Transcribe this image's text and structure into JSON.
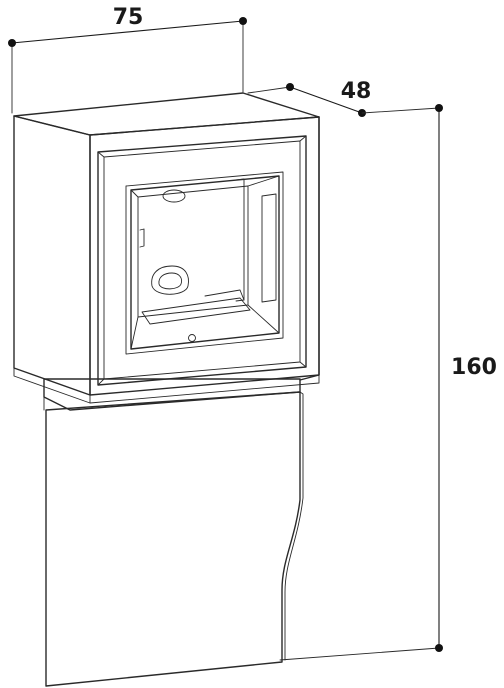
{
  "dimensions": {
    "width": "75",
    "depth": "48",
    "height": "160"
  },
  "colors": {
    "line": "#2a2a2a",
    "background": "#ffffff",
    "label": "#1a1a1a"
  }
}
